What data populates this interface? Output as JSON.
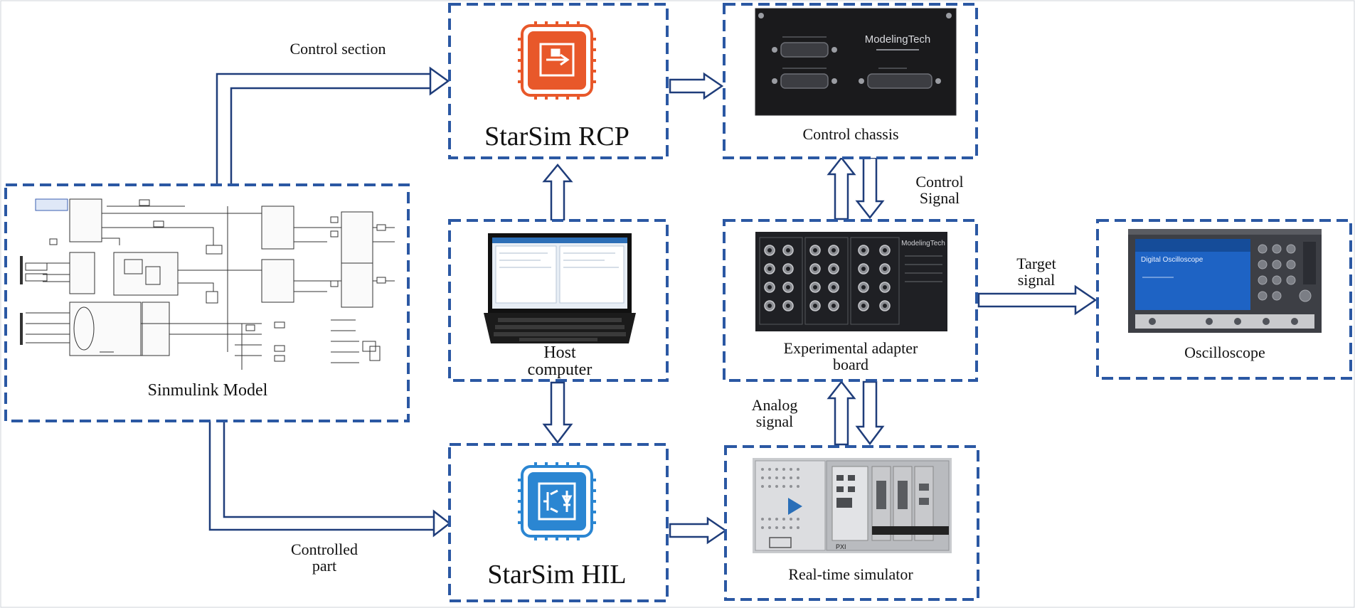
{
  "blocks": {
    "simulink": {
      "label": "Sinmulink Model"
    },
    "rcp": {
      "label": "StarSim RCP"
    },
    "hil": {
      "label": "StarSim HIL"
    },
    "host": {
      "label_line1": "Host",
      "label_line2": "computer"
    },
    "chassis": {
      "label": "Control chassis",
      "brand": "ModelingTech"
    },
    "adapter": {
      "label_line1": "Experimental adapter",
      "label_line2": "board",
      "brand": "ModelingTech"
    },
    "simulator": {
      "label": "Real-time simulator",
      "pxi": "PXI"
    },
    "scope": {
      "label": "Oscilloscope",
      "screen_title": "Digital Oscilloscope"
    }
  },
  "edges": {
    "control_section": "Control section",
    "controlled_part_line1": "Controlled",
    "controlled_part_line2": "part",
    "control_signal_line1": "Control",
    "control_signal_line2": "Signal",
    "target_signal_line1": "Target",
    "target_signal_line2": "signal",
    "analog_signal_line1": "Analog",
    "analog_signal_line2": "signal"
  },
  "colors": {
    "dashed_border": "#2b58a3",
    "rcp_orange": "#e8582a",
    "hil_blue": "#2b86d2",
    "arrow_stroke": "#1f3d7a"
  }
}
